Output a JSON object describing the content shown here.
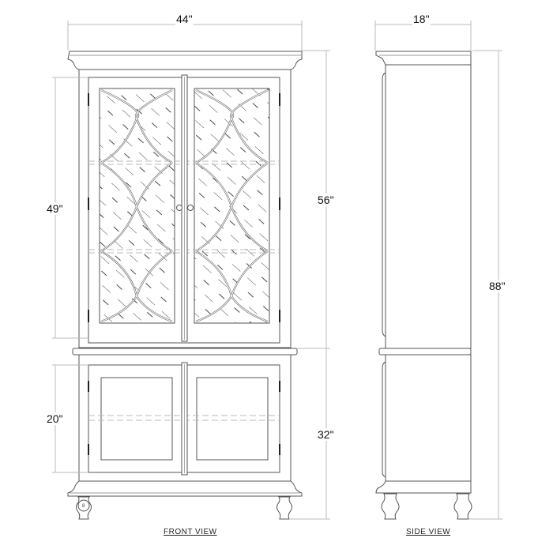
{
  "drawing": {
    "type": "furniture elevation drawing",
    "subject": "Cabinet with glass doors (hutch) over base cabinet"
  },
  "views": {
    "front": {
      "label": "FRONT VIEW"
    },
    "side": {
      "label": "SIDE VIEW"
    }
  },
  "dimensions": {
    "overall_width": "44\"",
    "overall_depth": "18\"",
    "glass_door_height": "49\"",
    "upper_cabinet_height": "56\"",
    "overall_height": "88\"",
    "lower_door_height": "20\"",
    "lower_cabinet_height": "32\""
  },
  "callouts": {
    "foot_detail": "8"
  },
  "colors": {
    "line": "#444444",
    "dimension_line": "#bbbbbb",
    "glass_hatch": "#333333",
    "background": "#ffffff"
  }
}
